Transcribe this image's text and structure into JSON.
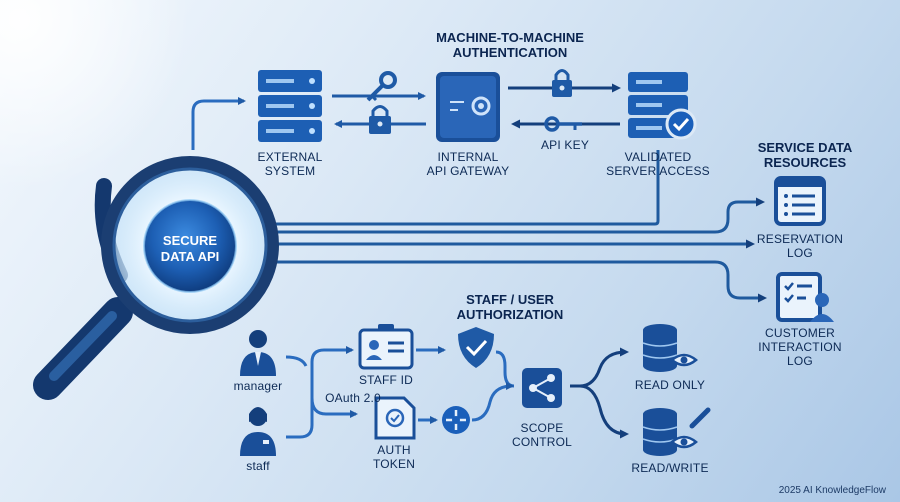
{
  "lens": {
    "text": "SECURE\nDATA API"
  },
  "m2m": {
    "title": "MACHINE-TO-MACHINE\nAUTHENTICATION",
    "external": "EXTERNAL\nSYSTEM",
    "gateway": "INTERNAL\nAPI GATEWAY",
    "api_key": "API KEY",
    "validated": "VALIDATED\nSERVER ACCESS"
  },
  "resources": {
    "title": "SERVICE DATA\nRESOURCES",
    "reservation": "RESERVATION\nLOG",
    "customer": "CUSTOMER\nINTERACTION\nLOG"
  },
  "auth": {
    "title": "STAFF / USER\nAUTHORIZATION",
    "manager": "manager",
    "staff": "staff",
    "staff_id": "STAFF ID",
    "oauth": "OAuth 2.0",
    "auth_token": "AUTH\nTOKEN",
    "scope": "SCOPE\nCONTROL",
    "read_only": "READ ONLY",
    "read_write": "READ/WRITE"
  },
  "footer": "2025 AI KnowledgeFlow"
}
